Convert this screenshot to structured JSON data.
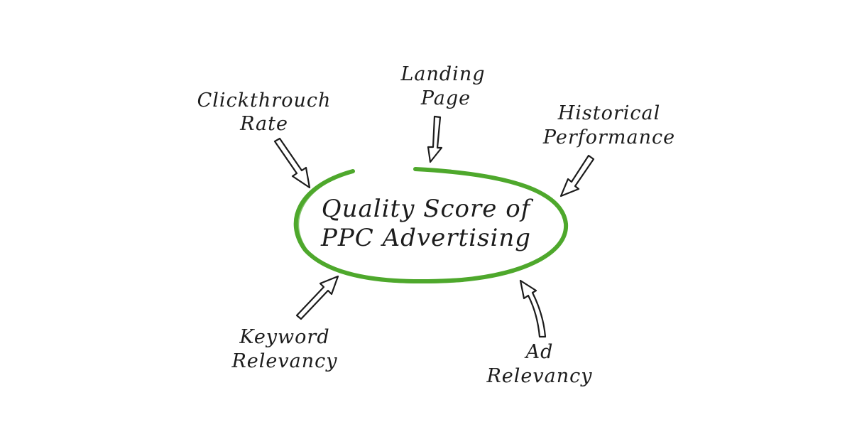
{
  "colors": {
    "background": "#ffffff",
    "ink": "#1c1c1c",
    "ellipse": "#4ea82c"
  },
  "center": {
    "line1": "Quality Score of",
    "line2": "PPC Advertising"
  },
  "factors": [
    {
      "id": "clickthrough-rate",
      "line1": "Clickthrouch",
      "line2": "Rate",
      "arrow_direction": "inward"
    },
    {
      "id": "landing-page",
      "line1": "Landing",
      "line2": "Page",
      "arrow_direction": "inward"
    },
    {
      "id": "historical-performance",
      "line1": "Historical",
      "line2": "Performance",
      "arrow_direction": "inward"
    },
    {
      "id": "keyword-relevancy",
      "line1": "Keyword",
      "line2": "Relevancy",
      "arrow_direction": "inward"
    },
    {
      "id": "ad-relevancy",
      "line1": "Ad",
      "line2": "Relevancy",
      "arrow_direction": "inward"
    }
  ]
}
